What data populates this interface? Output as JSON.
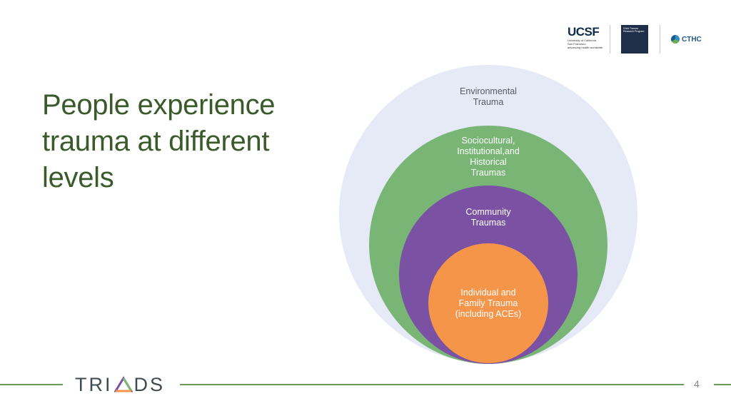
{
  "title": "People experience trauma at different levels",
  "logos": {
    "ucsf_mark": "UCSF",
    "ucsf_lines": [
      "University of California",
      "San Francisco",
      "advancing health worldwide"
    ],
    "program_text": "Child Trauma Research Program",
    "cthc_text": "CTHC"
  },
  "layers": [
    {
      "label_lines": [
        "Environmental",
        "Trauma"
      ],
      "color": "#e6e9f6"
    },
    {
      "label_lines": [
        "Sociocultural,",
        "Institutional,and",
        "Historical",
        "Traumas"
      ],
      "color": "#79b675"
    },
    {
      "label_lines": [
        "Community",
        "Traumas"
      ],
      "color": "#7b52a3"
    },
    {
      "label_lines": [
        "Individual and",
        "Family Trauma",
        "(including ACEs)"
      ],
      "color": "#f5954a"
    }
  ],
  "footer": {
    "brand": "TRIADS",
    "brand_parts": [
      "TRI",
      "DS"
    ],
    "page_number": "4"
  },
  "colors": {
    "title": "#3a5a2a",
    "footer_line": "#6a9a58"
  }
}
